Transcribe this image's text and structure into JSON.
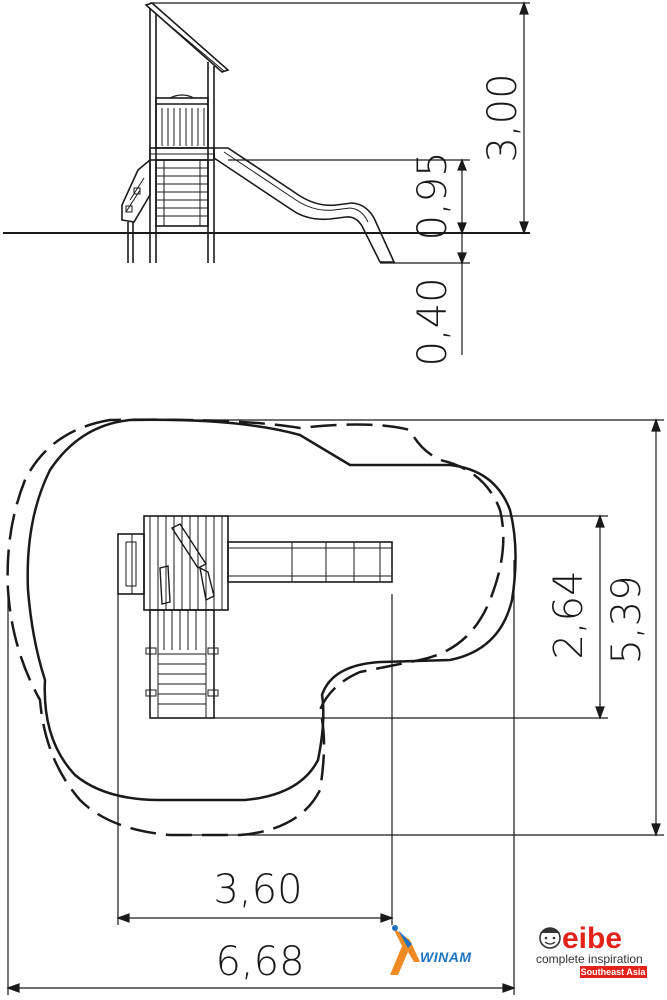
{
  "elevation": {
    "dim_total_height": "3,00",
    "dim_platform_height": "0,95",
    "dim_foundation_depth": "0,40"
  },
  "plan": {
    "dim_equipment_depth": "2,64",
    "dim_area_depth": "5,39",
    "dim_equipment_width": "3,60",
    "dim_area_width": "6,68"
  },
  "logos": {
    "winam": {
      "text": "WINAM",
      "icon": "winam-figure-icon",
      "colors": [
        "#f08a24",
        "#1e73be"
      ]
    },
    "eibe": {
      "wordmark": "eibe",
      "tagline": "complete inspiration",
      "badge": "Southeast Asia",
      "icon": "eibe-child-face-icon",
      "colors": [
        "#e2231a",
        "#333333"
      ]
    }
  }
}
